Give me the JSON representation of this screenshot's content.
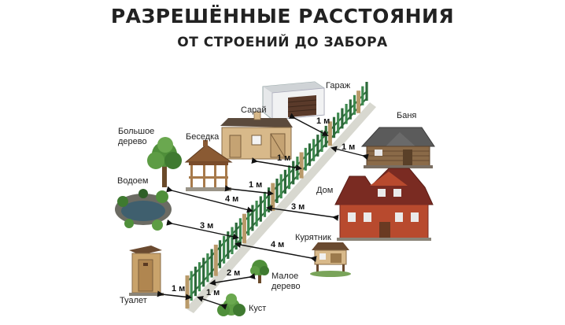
{
  "title": {
    "line1": "РАЗРЕШЁННЫЕ РАССТОЯНИЯ",
    "line2": "ОТ СТРОЕНИЙ ДО ЗАБОРА"
  },
  "objects": [
    {
      "id": "garage",
      "label": "Гараж",
      "distance": "1 м"
    },
    {
      "id": "bathhouse",
      "label": "Баня",
      "distance": "1 м"
    },
    {
      "id": "shed",
      "label": "Сарай",
      "distance": "1 м"
    },
    {
      "id": "gazebo",
      "label": "Беседка",
      "distance": "1 м"
    },
    {
      "id": "big-tree",
      "label": "Большое дерево",
      "label_lines": [
        "Большое",
        "дерево"
      ],
      "distance": "4 м"
    },
    {
      "id": "pond",
      "label": "Водоем",
      "distance": "3 м"
    },
    {
      "id": "house",
      "label": "Дом",
      "distance": "3 м"
    },
    {
      "id": "henhouse",
      "label": "Курятник",
      "distance": "4 м"
    },
    {
      "id": "small-tree",
      "label": "Малое дерево",
      "label_lines": [
        "Малое",
        "дерево"
      ],
      "distance": "2 м"
    },
    {
      "id": "toilet",
      "label": "Туалет",
      "distance": "1 м"
    },
    {
      "id": "bush",
      "label": "Куст",
      "distance": "1 м"
    }
  ],
  "colors": {
    "fence": "#3e8a4f",
    "fence_dark": "#2c6a3a",
    "post": "#b99a6a",
    "brick": "#b84a2e",
    "roof": "#7a2b22",
    "wood": "#c9a36b",
    "foliage": "#4f8f3a"
  }
}
